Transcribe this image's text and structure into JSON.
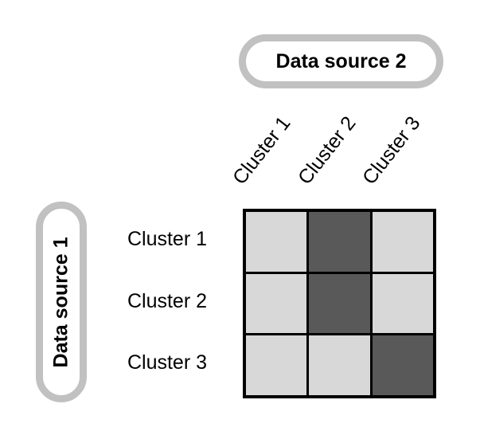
{
  "figure": {
    "top_axis": {
      "label": "Data source 2"
    },
    "left_axis": {
      "label": "Data source 1"
    },
    "column_labels": [
      "Cluster 1",
      "Cluster 2",
      "Cluster 3"
    ],
    "row_labels": [
      "Cluster 1",
      "Cluster 2",
      "Cluster 3"
    ],
    "matrix": {
      "rows": 3,
      "cols": 3,
      "values": [
        [
          0,
          1,
          0
        ],
        [
          0,
          1,
          0
        ],
        [
          0,
          0,
          1
        ]
      ]
    },
    "colors": {
      "cell_light": "#d8d8d8",
      "cell_dark": "#595959",
      "grid_line": "#000000",
      "pill_border": "#c1c1c1",
      "text": "#000000",
      "background": "#ffffff"
    }
  }
}
